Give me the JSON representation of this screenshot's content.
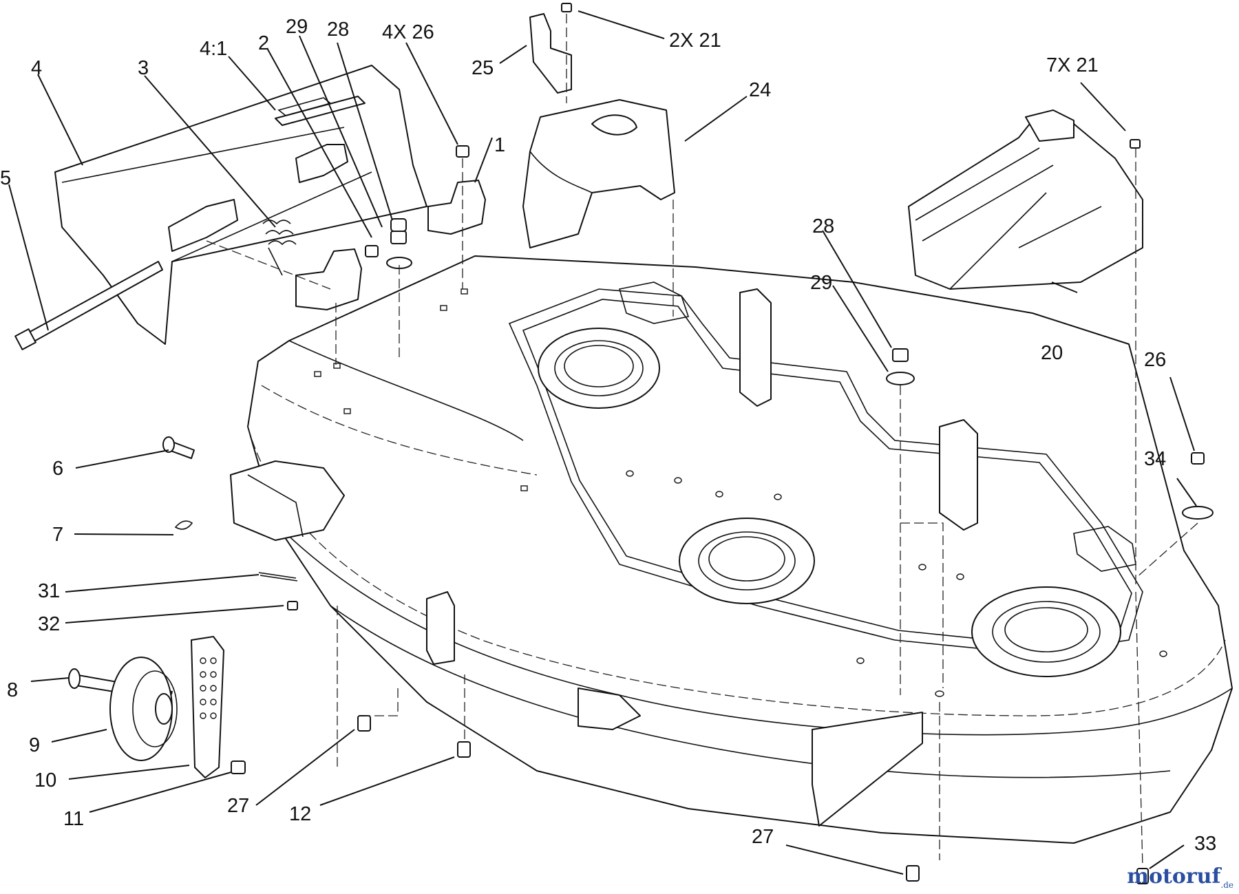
{
  "labels": {
    "l1": "1",
    "l2": "2",
    "l3": "3",
    "l4": "4",
    "l4_1": "4:1",
    "l5": "5",
    "l6": "6",
    "l7": "7",
    "l8": "8",
    "l9": "9",
    "l10": "10",
    "l11": "11",
    "l12": "12",
    "l20": "20",
    "l24": "24",
    "l25": "25",
    "l26": "26",
    "l27a": "27",
    "l27b": "27",
    "l28a": "28",
    "l28b": "28",
    "l29a": "29",
    "l29b": "29",
    "l31": "31",
    "l32": "32",
    "l33": "33",
    "l34": "34",
    "l2x21": "2X 21",
    "l7x21": "7X 21",
    "l4x26": "4X 26"
  },
  "watermark": {
    "brand": "motoruf",
    "suffix": ".de"
  }
}
